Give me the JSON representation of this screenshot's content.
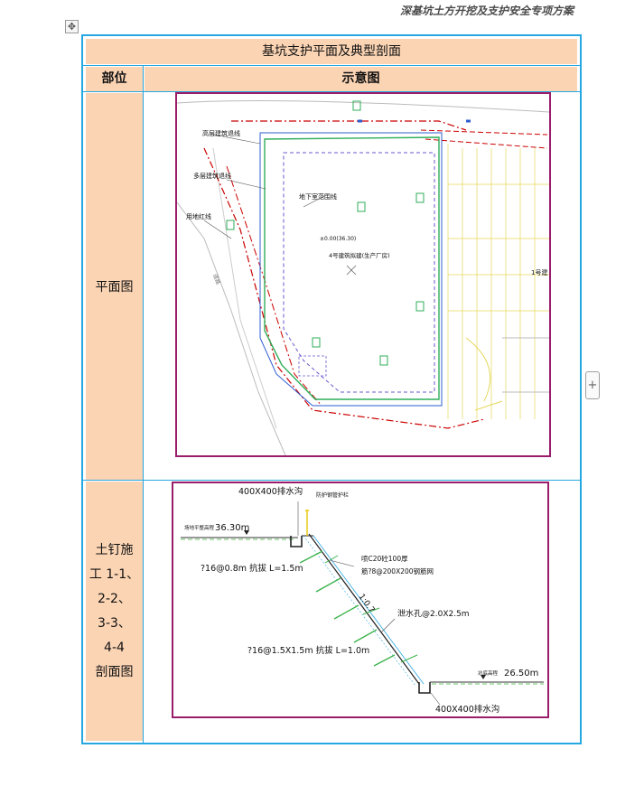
{
  "header": {
    "doc_title": "深基坑土方开挖及支护安全专项方案"
  },
  "table": {
    "title": "基坑支护平面及典型剖面",
    "col_part": "部位",
    "col_diagram": "示意图",
    "row1_label": "平面图",
    "row2_label_lines": [
      "土钉施",
      "工 1-1、",
      "2-2、",
      "3-3、",
      "4-4",
      "剖面图"
    ]
  },
  "plan": {
    "label_high_rise_setback": "高层建筑退线",
    "label_multi_storey_setback": "多层建筑退线",
    "label_red_line": "用地红线",
    "label_basement_outline": "地下室范围线",
    "label_elevation": "±0.00(36.30)",
    "label_building": "4号建筑拟建(生产厂房)",
    "label_building_1": "1号建",
    "label_road": "道路"
  },
  "section": {
    "label_top_drain": "400X400排水沟",
    "label_railing": "防护钢管护栏",
    "label_ground_elev_text": "场地平整高程",
    "label_ground_elev": "36.30m",
    "label_shotcrete": "喷C20砼100厚",
    "label_mesh": "筋?8@200X200钢筋网",
    "label_nail_upper": "?16@0.8m 抗拔 L=1.5m",
    "label_slope": "1:0.7",
    "label_drain_pipe": "泄水孔@2.0X2.5m",
    "label_nail_lower": "?16@1.5X1.5m 抗拔 L=1.0m",
    "label_pit_elev_text": "坑底高程",
    "label_pit_elev": "26.50m",
    "label_bottom_drain": "400X400排水沟"
  }
}
